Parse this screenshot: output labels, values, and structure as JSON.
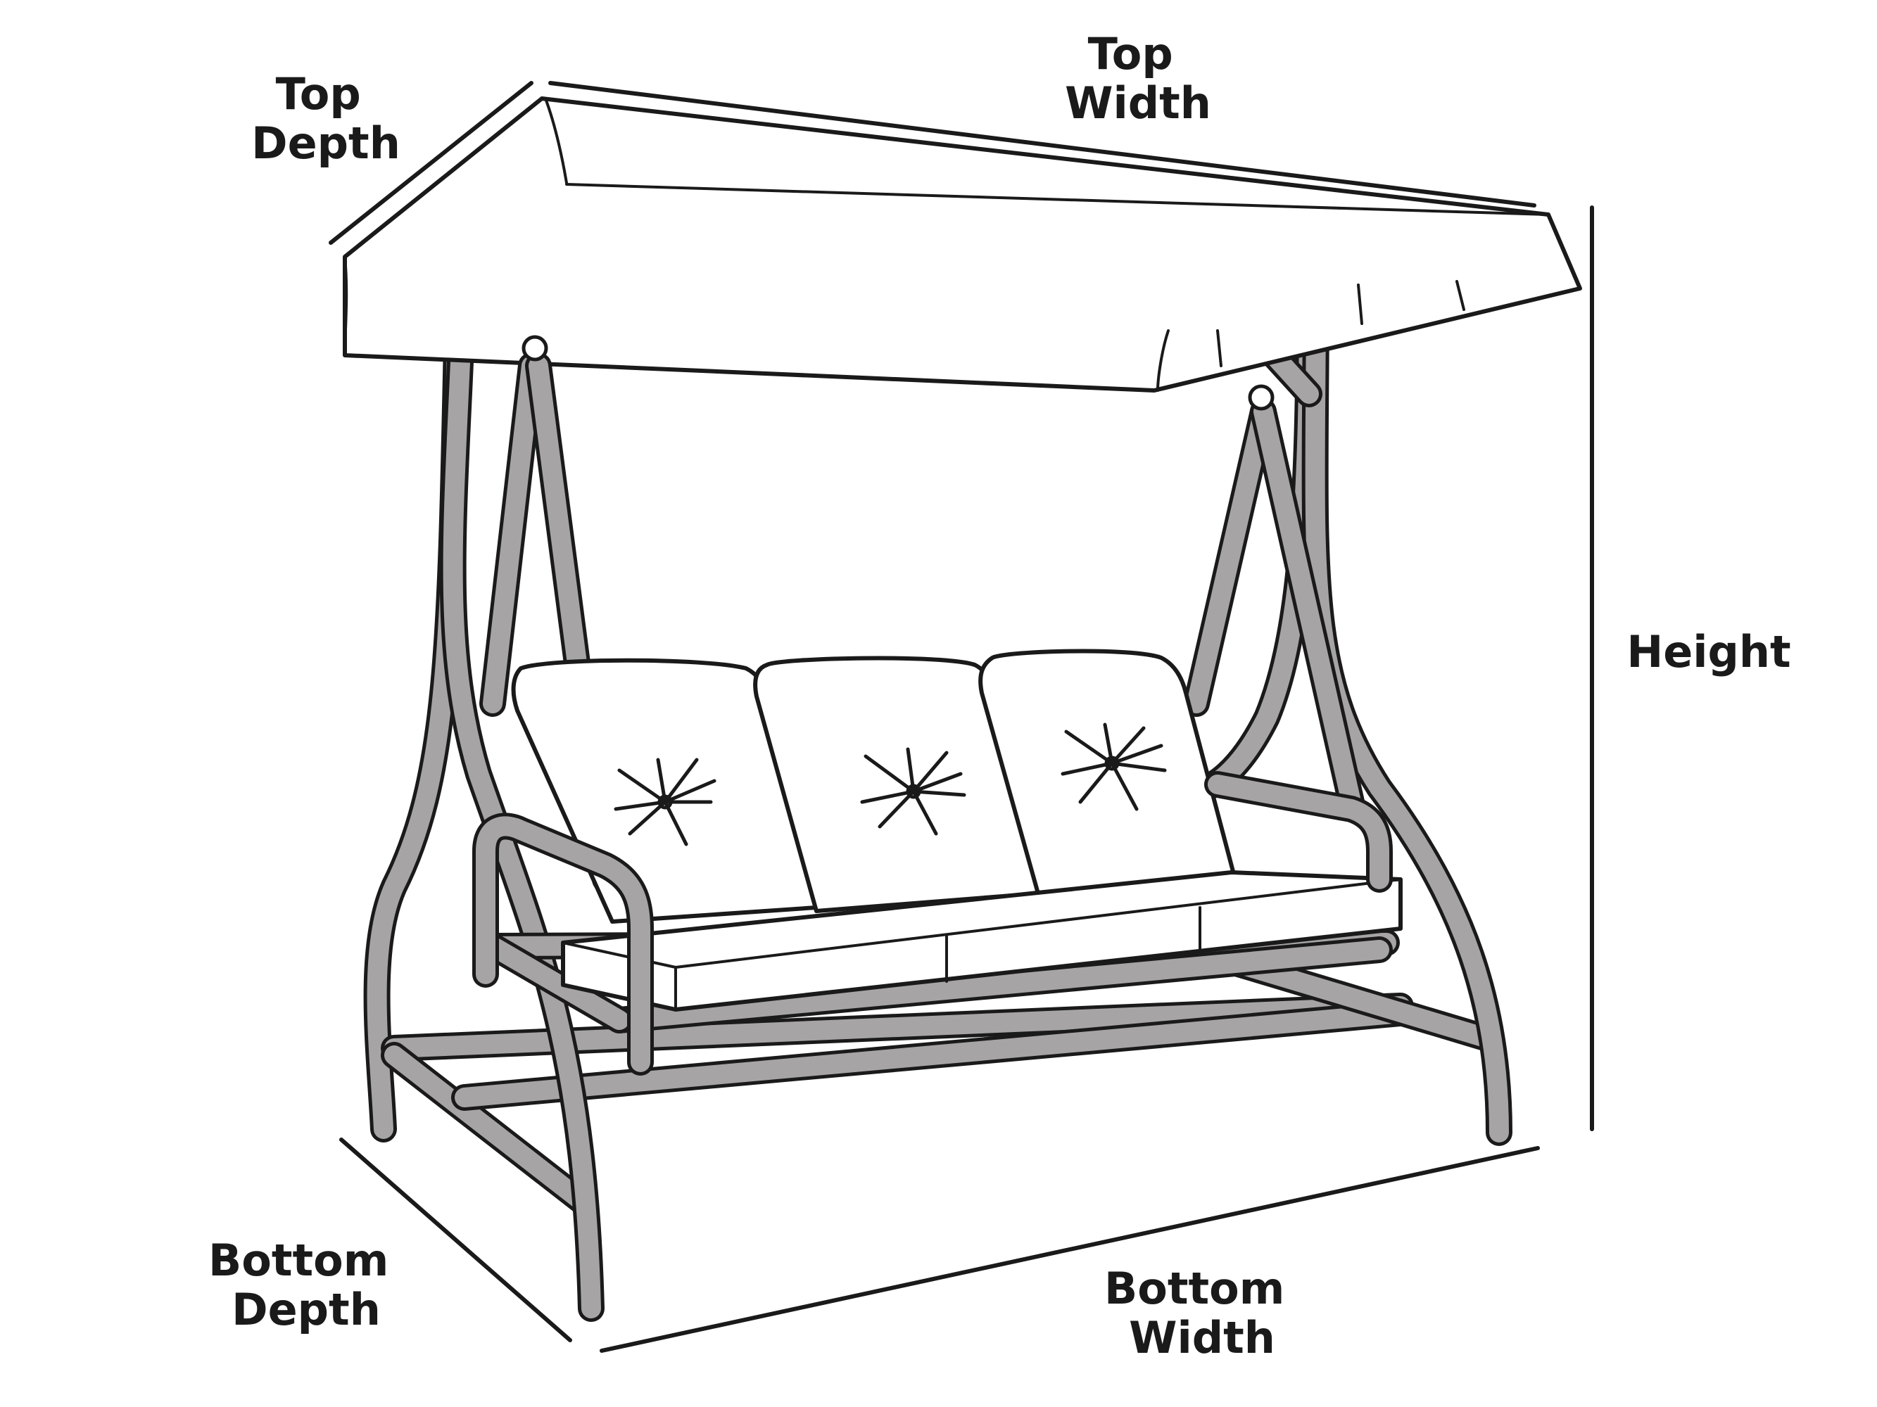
{
  "labels": {
    "top_depth": [
      "Top",
      "Depth"
    ],
    "top_width": [
      "Top",
      "Width"
    ],
    "height": "Height",
    "bottom_depth": [
      "Bottom",
      "Depth"
    ],
    "bottom_width": [
      "Bottom",
      "Width"
    ]
  },
  "colors": {
    "ink": "#1a1a1a",
    "frame": "#a7a4a5",
    "background": "#ffffff"
  },
  "icons": {
    "subject": "porch-swing-with-canopy"
  }
}
